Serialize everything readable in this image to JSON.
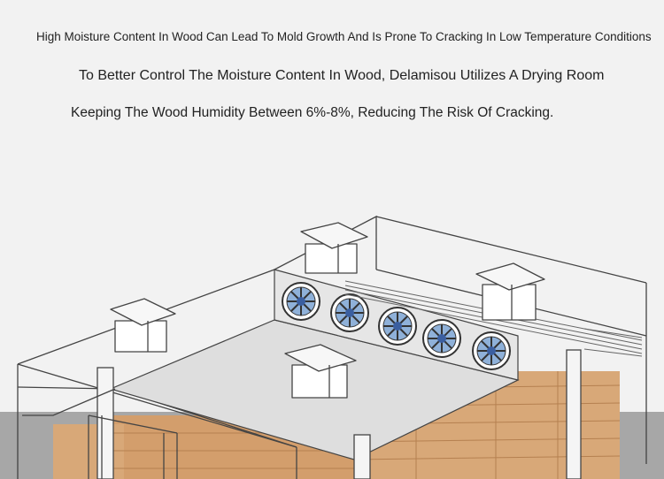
{
  "captions": {
    "line1": "High Moisture Content In Wood Can Lead To Mold Growth And Is Prone To Cracking In Low Temperature Conditions",
    "line2": "To Better Control The Moisture Content In Wood, Delamisou Utilizes A Drying Room",
    "line3": "Keeping The Wood Humidity Between 6%-8%, Reducing The Risk Of Cracking."
  },
  "illustration": {
    "subject": "drying-room",
    "fan_count": 5,
    "roof_vent_count": 4,
    "colors": {
      "background": "#f2f2f2",
      "wood": "#d8a878",
      "fan_hub": "#3b5fa0",
      "fan_blade": "#8fb1d9",
      "line": "#444444",
      "floor": "#a7a7a7"
    }
  }
}
